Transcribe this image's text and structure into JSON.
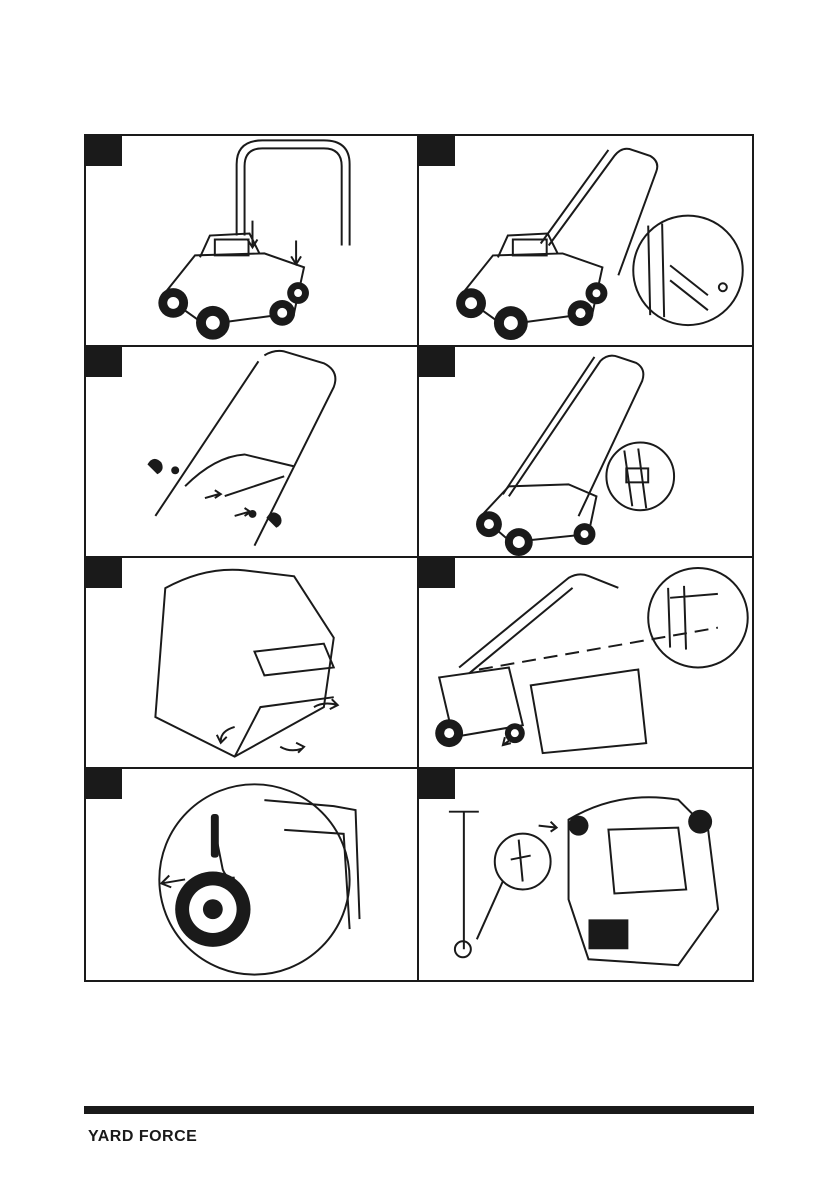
{
  "brand": {
    "logo_text": "YARD FORCE"
  },
  "panels": [
    {
      "id": 1,
      "illustration": "attach-lower-handle-to-mower"
    },
    {
      "id": 2,
      "illustration": "secure-handle-with-screws-detail"
    },
    {
      "id": 3,
      "illustration": "fold-out-upper-handle-with-knobs"
    },
    {
      "id": 4,
      "illustration": "handle-cable-clip-detail"
    },
    {
      "id": 5,
      "illustration": "assemble-grass-bag-frame"
    },
    {
      "id": 6,
      "illustration": "attach-grass-bag-to-mower"
    },
    {
      "id": 7,
      "illustration": "adjust-cutting-height-lever"
    },
    {
      "id": 8,
      "illustration": "check-oil-dipstick"
    }
  ],
  "colors": {
    "ink": "#1a1a1a",
    "paper": "#ffffff",
    "shade": "#6b6b6b"
  }
}
